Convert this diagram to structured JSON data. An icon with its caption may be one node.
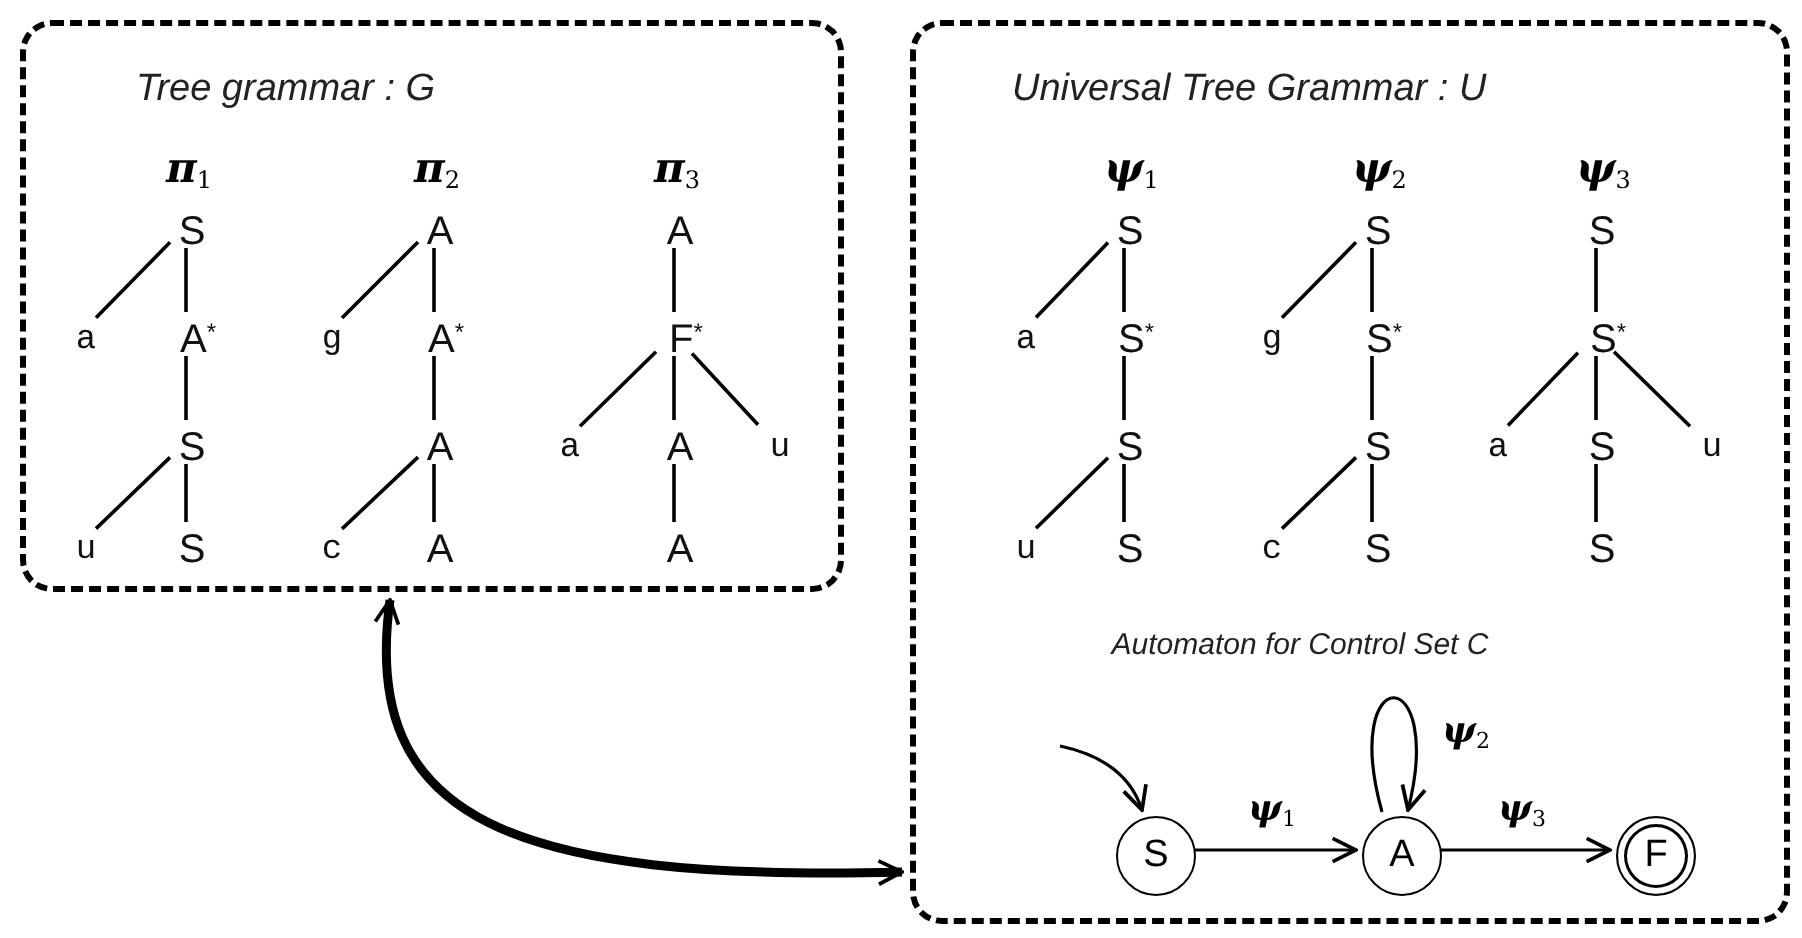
{
  "diagram": {
    "nodes": [
      {
        "text": [
          "Tree grammar : G"
        ]
      },
      {
        "text": [
          "S"
        ],
        "in": 0
      },
      {
        "text": [
          "a"
        ],
        "in": 0
      },
      {
        "text": [
          "A$^{*}$"
        ],
        "in": 0
      },
      {
        "text": [
          "S"
        ],
        "in": 0
      },
      {
        "text": [
          "u"
        ],
        "in": 0
      },
      {
        "text": [
          "S"
        ],
        "in": 0
      },
      {
        "text": [
          "A"
        ],
        "in": 0
      },
      {
        "text": [
          "g"
        ],
        "in": 0
      },
      {
        "text": [
          "A$^{*}$"
        ],
        "in": 0
      },
      {
        "text": [
          "A"
        ],
        "in": 0
      },
      {
        "text": [
          "c"
        ],
        "in": 0
      },
      {
        "text": [
          "A"
        ],
        "in": 0
      },
      {
        "text": [
          "A"
        ],
        "in": 0
      },
      {
        "text": [
          "F$^{*}$"
        ],
        "in": 0
      },
      {
        "text": [
          "a"
        ],
        "in": 0
      },
      {
        "text": [
          "A"
        ],
        "in": 0
      },
      {
        "text": [
          "u"
        ],
        "in": 0
      },
      {
        "text": [
          "A"
        ],
        "in": 0
      },
      {
        "text": [
          "Universal Tree Grammar : U"
        ]
      },
      {
        "text": [
          "S"
        ],
        "in": 19
      },
      {
        "text": [
          "a"
        ],
        "in": 19
      },
      {
        "text": [
          "S$^{*}$"
        ],
        "in": 19
      },
      {
        "text": [
          "S"
        ],
        "in": 19
      },
      {
        "text": [
          "u"
        ],
        "in": 19
      },
      {
        "text": [
          "S"
        ],
        "in": 19
      },
      {
        "text": [
          "S"
        ],
        "in": 19
      },
      {
        "text": [
          "g"
        ],
        "in": 19
      },
      {
        "text": [
          "S$^{*}$"
        ],
        "in": 19
      },
      {
        "text": [
          "S"
        ],
        "in": 19
      },
      {
        "text": [
          "c"
        ],
        "in": 19
      },
      {
        "text": [
          "S"
        ],
        "in": 19
      },
      {
        "text": [
          "S"
        ],
        "in": 19
      },
      {
        "text": [
          "S$^{*}$"
        ],
        "in": 19
      },
      {
        "text": [
          "a"
        ],
        "in": 19
      },
      {
        "text": [
          "S"
        ],
        "in": 19
      },
      {
        "text": [
          "u"
        ],
        "in": 19
      },
      {
        "text": [
          "S"
        ],
        "in": 19
      },
      {
        "text": [
          "S"
        ],
        "in": 19
      },
      {
        "text": [
          "A"
        ],
        "in": 19
      },
      {
        "text": [
          "F"
        ],
        "in": 19
      }
    ],
    "edges": [
      {
        "from": 1,
        "to": 2,
        "arrow": "none"
      },
      {
        "from": 1,
        "to": 3,
        "arrow": "none"
      },
      {
        "from": 3,
        "to": 4,
        "arrow": "none"
      },
      {
        "from": 4,
        "to": 5,
        "arrow": "none"
      },
      {
        "from": 4,
        "to": 6,
        "arrow": "none"
      },
      {
        "from": 7,
        "to": 8,
        "arrow": "none"
      },
      {
        "from": 7,
        "to": 9,
        "arrow": "none"
      },
      {
        "from": 9,
        "to": 10,
        "arrow": "none"
      },
      {
        "from": 10,
        "to": 11,
        "arrow": "none"
      },
      {
        "from": 10,
        "to": 12,
        "arrow": "none"
      },
      {
        "from": 13,
        "to": 14,
        "arrow": "none"
      },
      {
        "from": 14,
        "to": 15,
        "arrow": "none"
      },
      {
        "from": 14,
        "to": 16,
        "arrow": "none"
      },
      {
        "from": 14,
        "to": 17,
        "arrow": "none"
      },
      {
        "from": 16,
        "to": 18,
        "arrow": "none"
      },
      {
        "from": 20,
        "to": 21,
        "arrow": "none"
      },
      {
        "from": 20,
        "to": 22,
        "arrow": "none"
      },
      {
        "from": 22,
        "to": 23,
        "arrow": "none"
      },
      {
        "from": 23,
        "to": 24,
        "arrow": "none"
      },
      {
        "from": 23,
        "to": 25,
        "arrow": "none"
      },
      {
        "from": 26,
        "to": 27,
        "arrow": "none"
      },
      {
        "from": 26,
        "to": 28,
        "arrow": "none"
      },
      {
        "from": 28,
        "to": 29,
        "arrow": "none"
      },
      {
        "from": 29,
        "to": 30,
        "arrow": "none"
      },
      {
        "from": 29,
        "to": 31,
        "arrow": "none"
      },
      {
        "from": 32,
        "to": 33,
        "arrow": "none"
      },
      {
        "from": 33,
        "to": 34,
        "arrow": "none"
      },
      {
        "from": 33,
        "to": 35,
        "arrow": "none"
      },
      {
        "from": 33,
        "to": 36,
        "arrow": "none"
      },
      {
        "from": 35,
        "to": 37,
        "arrow": "none"
      },
      {
        "from": null,
        "to": 38,
        "arrow": "to"
      },
      {
        "from": 38,
        "to": 39,
        "arrow": "to",
        "label": "ψ$_{1}$"
      },
      {
        "from": 39,
        "to": 39,
        "arrow": "to",
        "label": "ψ$_{2}$"
      },
      {
        "from": 39,
        "to": 40,
        "arrow": "to",
        "label": "ψ$_{3}$"
      },
      {
        "from": 0,
        "to": 19,
        "arrow": "both",
        "style": "thick"
      }
    ],
    "labels": [
      "π$_{1}$",
      "π$_{2}$",
      "π$_{3}$",
      "ψ$_{1}$",
      "ψ$_{2}$",
      "ψ$_{3}$",
      "Automaton for Control Set C"
    ]
  }
}
